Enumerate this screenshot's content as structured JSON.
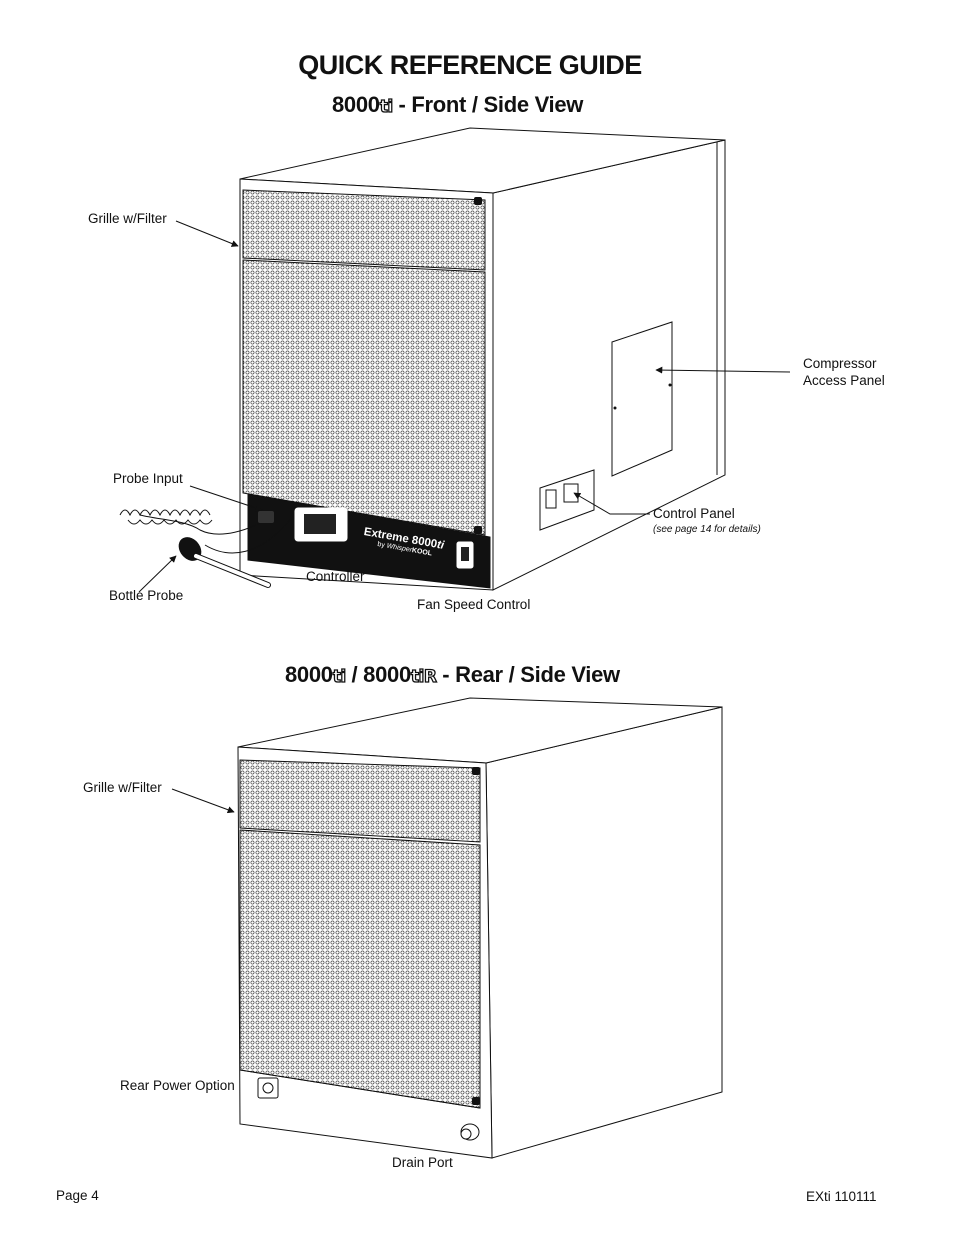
{
  "header": {
    "title": "QUICK REFERENCE GUIDE",
    "front_view": {
      "model": "8000",
      "model_suffix": "ti",
      "view_text": " - Front / Side View"
    },
    "rear_view": {
      "model1": "8000",
      "model1_suffix": "ti",
      "separator": " / ",
      "model2": "8000",
      "model2_suffix": "tiR",
      "view_text": " - Rear / Side View"
    }
  },
  "front_labels": {
    "grille": "Grille w/Filter",
    "compressor_line1": "Compressor",
    "compressor_line2": "Access Panel",
    "probe_input": "Probe Input",
    "control_panel": "Control Panel",
    "control_panel_note": "(see page 14 for details)",
    "controller": "Controller",
    "bottle_probe": "Bottle Probe",
    "fan_speed": "Fan Speed Control"
  },
  "unit_branding": {
    "name": "Extreme 8000",
    "name_suffix": "ti",
    "by": "by",
    "maker": "Whisper",
    "maker_bold": "KOOL"
  },
  "rear_labels": {
    "grille": "Grille w/Filter",
    "rear_power": "Rear Power Option",
    "drain_port": "Drain Port"
  },
  "footer": {
    "page": "Page 4",
    "doc_code": "EXti 110111"
  }
}
